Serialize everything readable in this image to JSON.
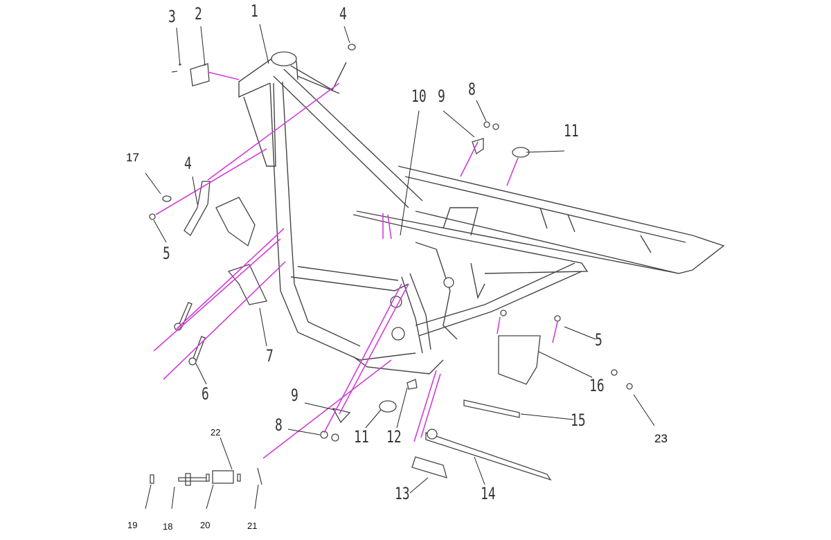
{
  "diagram": {
    "title": "Frame parts diagram",
    "callouts": [
      "1",
      "2",
      "3",
      "4",
      "4",
      "5",
      "5",
      "6",
      "7",
      "8",
      "8",
      "9",
      "9",
      "10",
      "11",
      "11",
      "12",
      "13",
      "14",
      "15",
      "16",
      "17",
      "18",
      "19",
      "20",
      "21",
      "22",
      "23"
    ],
    "colors": {
      "leader_pink": "#d23ad8",
      "line": "#444444"
    }
  }
}
